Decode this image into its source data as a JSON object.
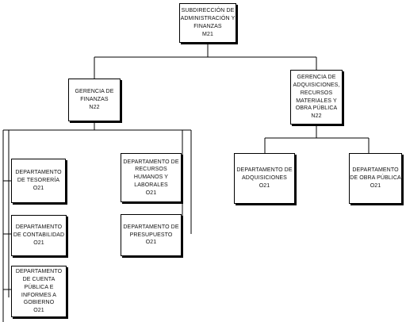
{
  "org_chart": {
    "root": {
      "lines": [
        "SUBDIRECCIÓN DE",
        "ADMINISTRACIÓN Y",
        "FINANZAS",
        "M21"
      ]
    },
    "finanzas": {
      "lines": [
        "GERENCIA DE",
        "FINANZAS",
        "N22"
      ]
    },
    "adquisiciones": {
      "lines": [
        "GERENCIA DE",
        "ADQUISICIONES,",
        "RECURSOS",
        "MATERIALES Y",
        "OBRA PÚBLICA",
        "N22"
      ]
    },
    "tesoreria": {
      "lines": [
        "DEPARTAMENTO",
        "DE TESORERÍA",
        "O21"
      ]
    },
    "contabilidad": {
      "lines": [
        "DEPARTAMENTO",
        "DE CONTABILIDAD",
        "O21"
      ]
    },
    "cuenta_publica": {
      "lines": [
        "DEPARTAMENTO",
        "DE CUENTA",
        "PÚBLICA E",
        "INFORMES A",
        "GOBIERNO",
        "O21"
      ]
    },
    "recursos_humanos": {
      "lines": [
        "DEPARTAMENTO DE",
        "RECURSOS",
        "HUMANOS Y",
        "LABORALES",
        "O21"
      ]
    },
    "presupuesto": {
      "lines": [
        "DEPARTAMENTO DE",
        "PRESUPUESTO",
        "O21"
      ]
    },
    "dept_adquisiciones": {
      "lines": [
        "DEPARTAMENTO DE",
        "ADQUISICIONES",
        "O21"
      ]
    },
    "obra_publica": {
      "lines": [
        "DEPARTAMENTO",
        "DE OBRA PÚBLICA",
        "O21"
      ]
    }
  }
}
